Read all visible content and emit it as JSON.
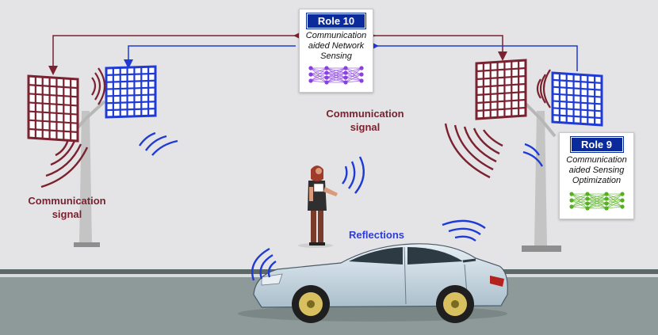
{
  "colors": {
    "background": "#e4e4e6",
    "road": "#8e9a9a",
    "road_stripe": "#5d6868",
    "communication": "#7a2230",
    "sensing": "#1f3bd6",
    "role_badge": "#0b2a9b",
    "role10_network": "#8a3fe0",
    "role9_network": "#55b020",
    "car_body": "#c9dae6"
  },
  "role10": {
    "badge": "Role 10",
    "text": [
      "Communication",
      "aided Network",
      "Sensing"
    ],
    "network_icon": "purple-neural-network-icon"
  },
  "role9": {
    "badge": "Role 9",
    "text": [
      "Communication",
      "aided Sensing",
      "Optimization"
    ],
    "network_icon": "green-neural-network-icon"
  },
  "labels": {
    "comm_center": [
      "Communication",
      "signal"
    ],
    "comm_left": [
      "Communication",
      "signal"
    ],
    "reflections": "Reflections"
  },
  "icons": [
    "left-base-station-icon",
    "right-base-station-icon",
    "pedestrian-icon",
    "car-icon"
  ]
}
